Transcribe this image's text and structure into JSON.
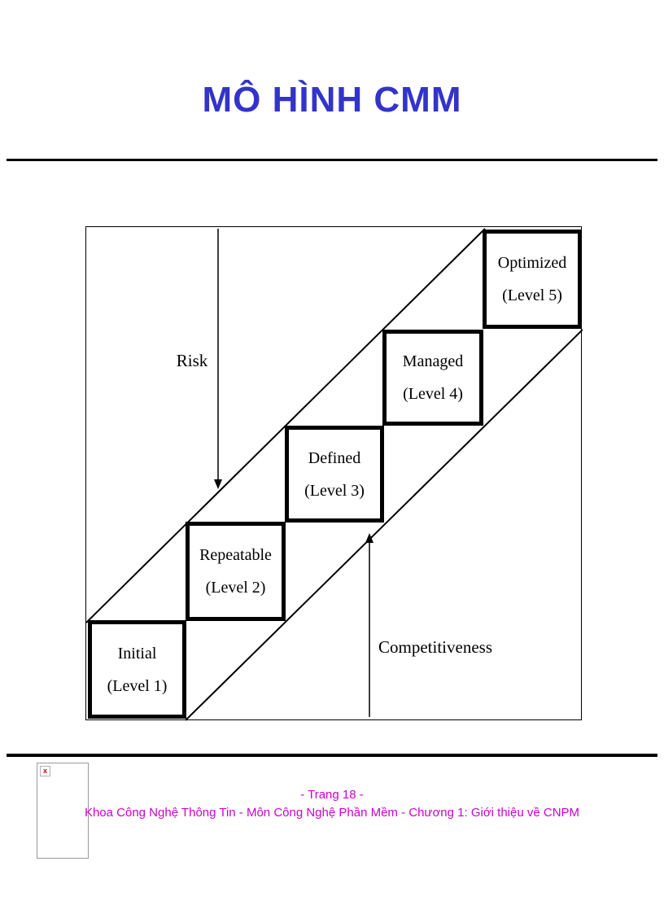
{
  "page": {
    "title": "MÔ HÌNH CMM"
  },
  "diagram": {
    "levels": [
      {
        "name": "Initial",
        "level": "(Level 1)"
      },
      {
        "name": "Repeatable",
        "level": "(Level 2)"
      },
      {
        "name": "Defined",
        "level": "(Level 3)"
      },
      {
        "name": "Managed",
        "level": "(Level 4)"
      },
      {
        "name": "Optimized",
        "level": "(Level 5)"
      }
    ],
    "risk_label": "Risk",
    "competitiveness_label": "Competitiveness"
  },
  "footer": {
    "page_label": "- Trang 18 -",
    "course_label": "Khoa Công Nghệ Thông Tin - Môn Công Nghệ Phần Mềm - Chương 1: Giới thiệu về CNPM",
    "broken_image_glyph": "x"
  },
  "colors": {
    "title": "#3333cc",
    "footer_text": "#cc00cc",
    "diagram_lines": "#000000"
  }
}
